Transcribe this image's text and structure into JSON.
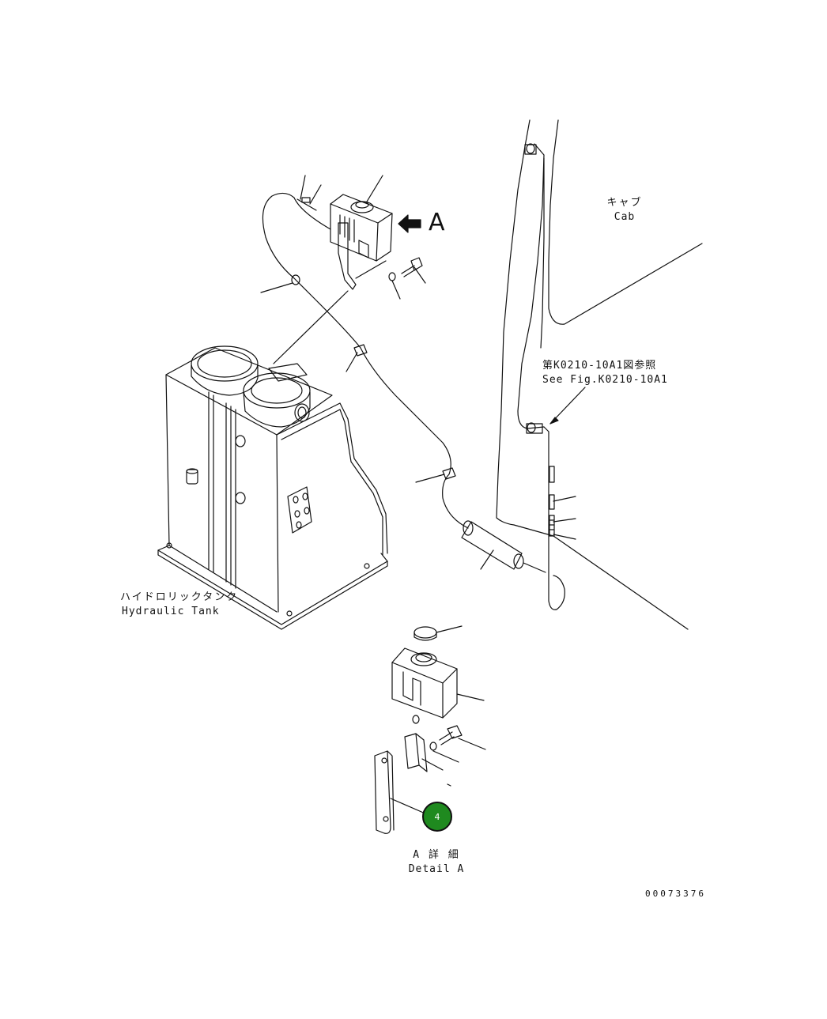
{
  "labels": {
    "view_arrow": "A",
    "cab_jp": "キャブ",
    "cab_en": "Cab",
    "seefig_jp": "第K0210-10A1図参照",
    "seefig_en": "See Fig.K0210-10A1",
    "tank_jp": "ハイドロリックタンク",
    "tank_en": "Hydraulic Tank",
    "detail_jp": "A 詳 細",
    "detail_en": "Detail A",
    "drawing_no": "00073376"
  },
  "callouts": [
    {
      "number": "4",
      "color": "#1f8a1f"
    }
  ]
}
